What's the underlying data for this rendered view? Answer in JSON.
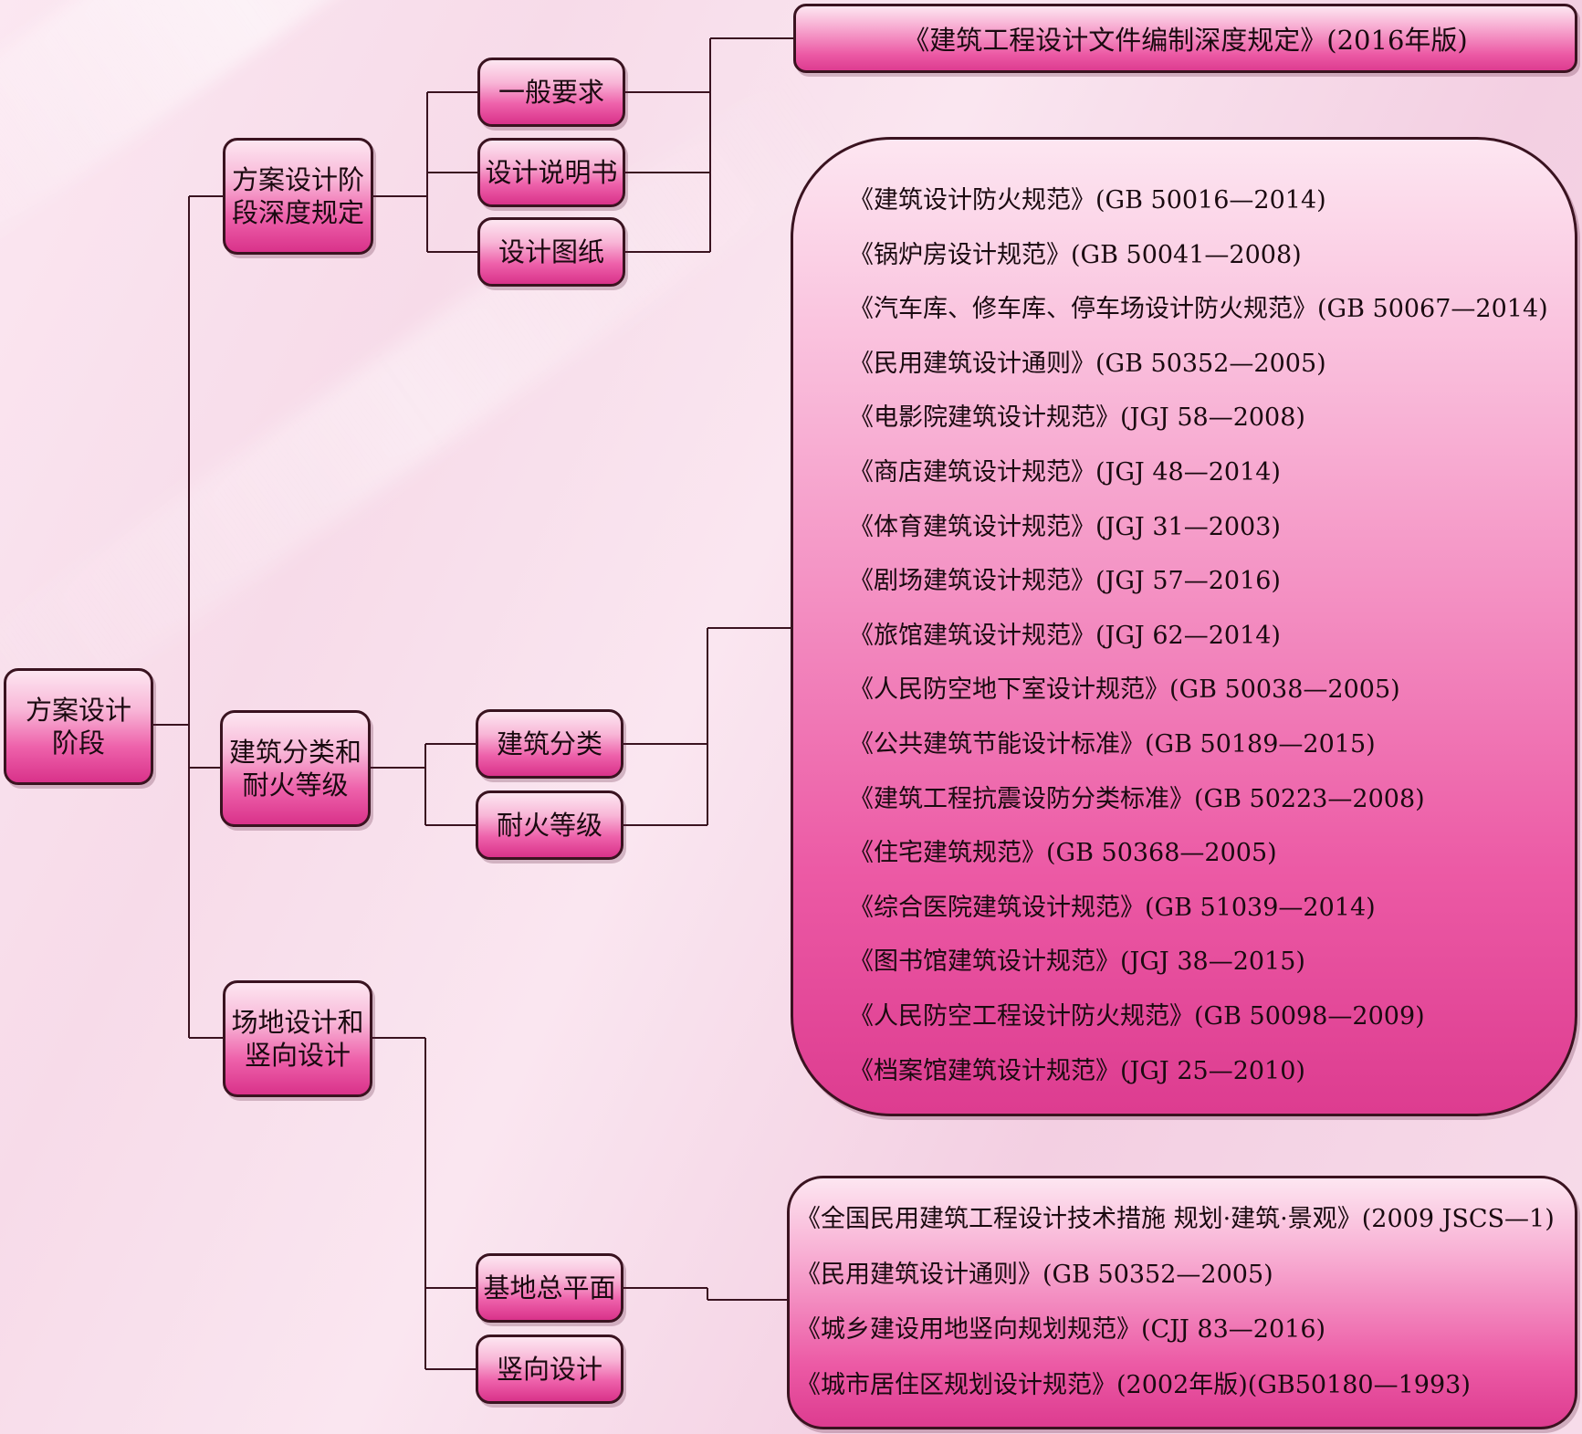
{
  "root": {
    "label": "方案设计\n阶段"
  },
  "level1": [
    {
      "label": "方案设计阶\n段深度规定"
    },
    {
      "label": "建筑分类和\n耐火等级"
    },
    {
      "label": "场地设计和\n竖向设计"
    }
  ],
  "level2": [
    {
      "label": "一般要求"
    },
    {
      "label": "设计说明书"
    },
    {
      "label": "设计图纸"
    },
    {
      "label": "建筑分类"
    },
    {
      "label": "耐火等级"
    },
    {
      "label": "基地总平面"
    },
    {
      "label": "竖向设计"
    }
  ],
  "depth_standard": "《建筑工程设计文件编制深度规定》(2016年版)",
  "classification_standards": [
    "《建筑设计防火规范》(GB 50016—2014)",
    "《锅炉房设计规范》(GB 50041—2008)",
    "《汽车库、修车库、停车场设计防火规范》(GB 50067—2014)",
    "《民用建筑设计通则》(GB 50352—2005)",
    "《电影院建筑设计规范》(JGJ 58—2008)",
    "《商店建筑设计规范》(JGJ 48—2014)",
    "《体育建筑设计规范》(JGJ 31—2003)",
    "《剧场建筑设计规范》(JGJ 57—2016)",
    "《旅馆建筑设计规范》(JGJ 62—2014)",
    "《人民防空地下室设计规范》(GB 50038—2005)",
    "《公共建筑节能设计标准》(GB 50189—2015)",
    "《建筑工程抗震设防分类标准》(GB 50223—2008)",
    "《住宅建筑规范》(GB 50368—2005)",
    "《综合医院建筑设计规范》(GB 51039—2014)",
    "《图书馆建筑设计规范》(JGJ 38—2015)",
    "《人民防空工程设计防火规范》(GB 50098—2009)",
    "《档案馆建筑设计规范》(JGJ 25—2010)"
  ],
  "site_standards": [
    "《全国民用建筑工程设计技术措施 规划·建筑·景观》(2009 JSCS—1)",
    "《民用建筑设计通则》(GB 50352—2005)",
    "《城乡建设用地竖向规划规范》(CJJ 83—2016)",
    "《城市居住区规划设计规范》(2002年版)(GB50180—1993)"
  ]
}
